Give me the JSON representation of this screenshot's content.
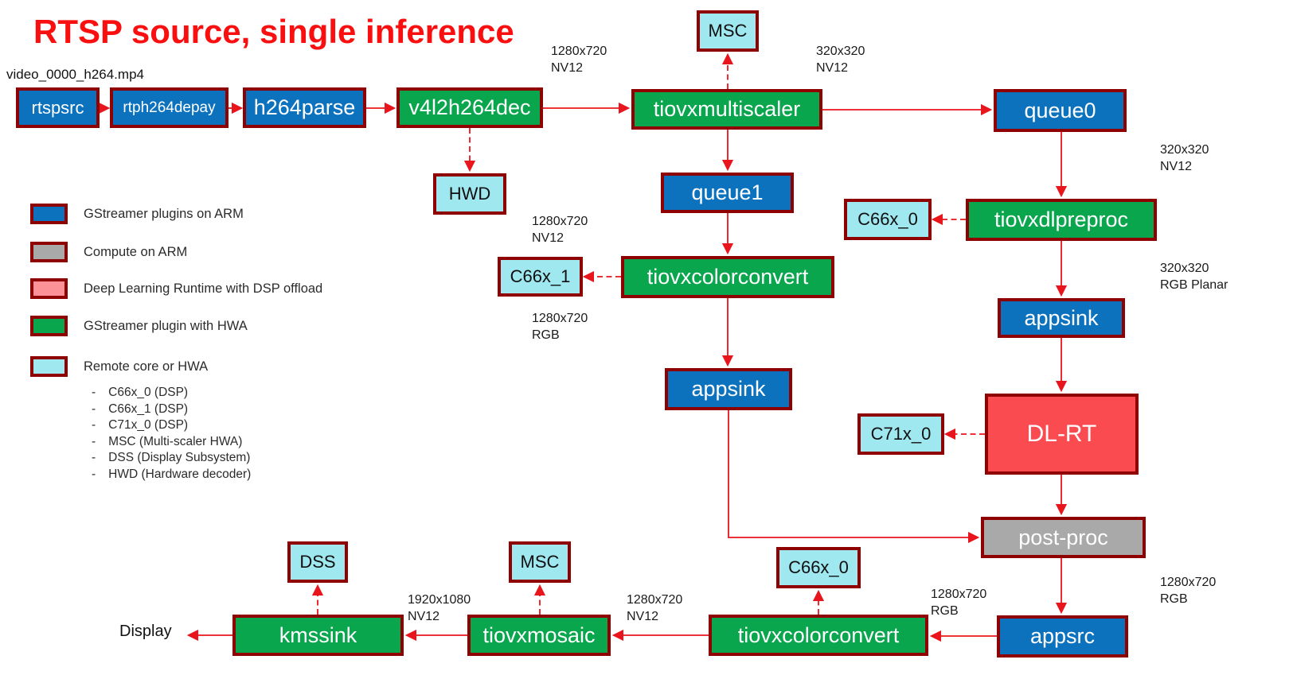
{
  "title": "RTSP source, single inference",
  "source_label": "video_0000_h264.mp4",
  "display_label": "Display",
  "colors": {
    "gstreamer_plugin_arm": "#0d72be",
    "compute_on_arm": "#a9a9a9",
    "dl_runtime_dsp_offload": "#fc9298",
    "dl_runtime_node": "#f94b50",
    "gstreamer_plugin_hwa": "#0aa64e",
    "remote_core_hwa": "#9fe8f0",
    "box_border": "#8f0000",
    "arrow": "#e8151c",
    "title_red": "#f90f0f"
  },
  "nodes": {
    "rtspsrc": {
      "label": "rtspsrc",
      "type": "gstreamer-plugin-arm"
    },
    "rtph264depay": {
      "label": "rtph264depay",
      "type": "gstreamer-plugin-arm"
    },
    "h264parse": {
      "label": "h264parse",
      "type": "gstreamer-plugin-arm"
    },
    "v4l2h264dec": {
      "label": "v4l2h264dec",
      "type": "gstreamer-plugin-hwa"
    },
    "tiovxmultiscaler": {
      "label": "tiovxmultiscaler",
      "type": "gstreamer-plugin-hwa"
    },
    "queue0": {
      "label": "queue0",
      "type": "gstreamer-plugin-arm"
    },
    "msc_top": {
      "label": "MSC",
      "type": "remote-core-hwa"
    },
    "hwd": {
      "label": "HWD",
      "type": "remote-core-hwa"
    },
    "queue1": {
      "label": "queue1",
      "type": "gstreamer-plugin-arm"
    },
    "c66x_0_pre": {
      "label": "C66x_0",
      "type": "remote-core-hwa"
    },
    "tiovxdlpreproc": {
      "label": "tiovxdlpreproc",
      "type": "gstreamer-plugin-hwa"
    },
    "c66x_1": {
      "label": "C66x_1",
      "type": "remote-core-hwa"
    },
    "tiovxcolorconvert_mid": {
      "label": "tiovxcolorconvert",
      "type": "gstreamer-plugin-hwa"
    },
    "appsink_right": {
      "label": "appsink",
      "type": "gstreamer-plugin-arm"
    },
    "appsink_mid": {
      "label": "appsink",
      "type": "gstreamer-plugin-arm"
    },
    "c71x_0": {
      "label": "C71x_0",
      "type": "remote-core-hwa"
    },
    "dl_rt": {
      "label": "DL-RT",
      "type": "dl-runtime"
    },
    "post_proc": {
      "label": "post-proc",
      "type": "compute-on-arm"
    },
    "appsrc": {
      "label": "appsrc",
      "type": "gstreamer-plugin-arm"
    },
    "c66x_0_bottom": {
      "label": "C66x_0",
      "type": "remote-core-hwa"
    },
    "tiovxcolorconvert_bottom": {
      "label": "tiovxcolorconvert",
      "type": "gstreamer-plugin-hwa"
    },
    "tiovxmosaic": {
      "label": "tiovxmosaic",
      "type": "gstreamer-plugin-hwa"
    },
    "kmssink": {
      "label": "kmssink",
      "type": "gstreamer-plugin-hwa"
    },
    "dss": {
      "label": "DSS",
      "type": "remote-core-hwa"
    },
    "msc_bottom": {
      "label": "MSC",
      "type": "remote-core-hwa"
    }
  },
  "captions": [
    "1280x720\nNV12",
    "320x320\nNV12",
    "320x320\nNV12",
    "1280x720\nNV12",
    "1280x720\nRGB",
    "320x320\nRGB Planar",
    "1280x720\nRGB",
    "1280x720\nRGB",
    "1920x1080\nNV12",
    "1280x720\nNV12"
  ],
  "legend": {
    "bullet": "-",
    "items": [
      {
        "label": "GStreamer plugins on ARM",
        "color": "#0d72be"
      },
      {
        "label": "Compute on ARM",
        "color": "#a9a9a9"
      },
      {
        "label": "Deep Learning Runtime with DSP offload",
        "color": "#fc9298"
      },
      {
        "label": "GStreamer plugin with HWA",
        "color": "#0aa64e"
      },
      {
        "label": "Remote core or HWA",
        "color": "#9fe8f0"
      }
    ],
    "remote_cores": [
      "C66x_0 (DSP)",
      "C66x_1 (DSP)",
      "C71x_0 (DSP)",
      "MSC (Multi-scaler HWA)",
      "DSS (Display Subsystem)",
      "HWD (Hardware decoder)"
    ]
  }
}
